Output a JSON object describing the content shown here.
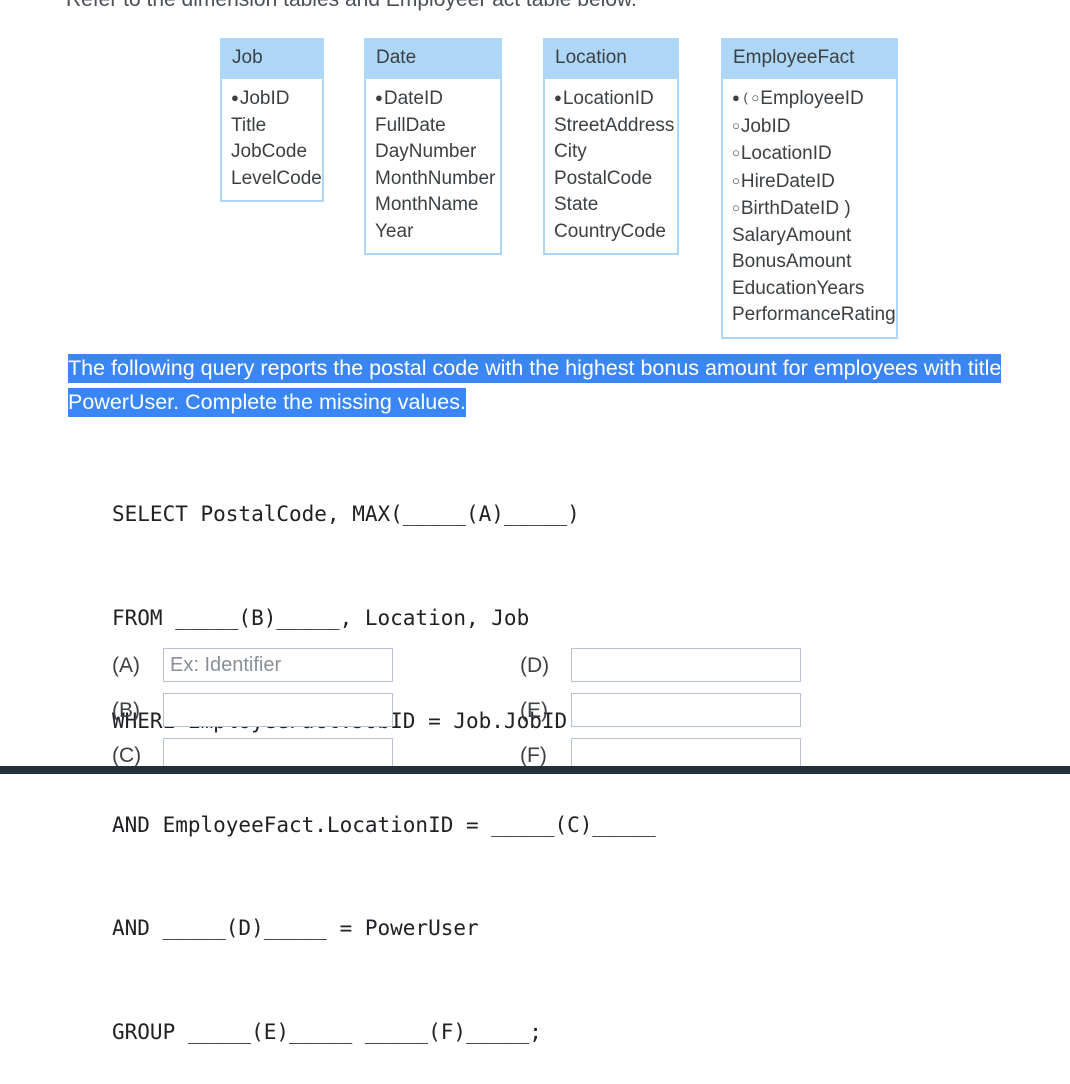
{
  "intro": {
    "text": "Refer to the dimension tables and EmployeeFact table below."
  },
  "colors": {
    "table_header_bg": "#aed7f7",
    "table_border": "#aed7f7",
    "highlight_bg": "#3b86f5",
    "highlight_text": "#ffffff",
    "body_text": "#3c4043",
    "input_border": "#b5c2ce",
    "placeholder_text": "#8a9096",
    "bottom_bar": "#22303a"
  },
  "tables": [
    {
      "name": "Job",
      "fields": [
        {
          "label": "JobID",
          "key": "solid"
        },
        {
          "label": "Title",
          "key": "none"
        },
        {
          "label": "JobCode",
          "key": "none"
        },
        {
          "label": "LevelCode",
          "key": "none"
        }
      ]
    },
    {
      "name": "Date",
      "fields": [
        {
          "label": "DateID",
          "key": "solid"
        },
        {
          "label": "FullDate",
          "key": "none"
        },
        {
          "label": "DayNumber",
          "key": "none"
        },
        {
          "label": "MonthNumber",
          "key": "none"
        },
        {
          "label": "MonthName",
          "key": "none"
        },
        {
          "label": "Year",
          "key": "none"
        }
      ]
    },
    {
      "name": "Location",
      "fields": [
        {
          "label": "LocationID",
          "key": "solid"
        },
        {
          "label": "StreetAddress",
          "key": "none"
        },
        {
          "label": "City",
          "key": "none"
        },
        {
          "label": "PostalCode",
          "key": "none"
        },
        {
          "label": "State",
          "key": "none"
        },
        {
          "label": "CountryCode",
          "key": "none"
        }
      ]
    },
    {
      "name": "EmployeeFact",
      "fields": [
        {
          "label": "EmployeeID",
          "key": "composite-open"
        },
        {
          "label": "JobID",
          "key": "hollow"
        },
        {
          "label": "LocationID",
          "key": "hollow"
        },
        {
          "label": "HireDateID",
          "key": "hollow"
        },
        {
          "label": "BirthDateID )",
          "key": "hollow"
        },
        {
          "label": "SalaryAmount",
          "key": "none"
        },
        {
          "label": "BonusAmount",
          "key": "none"
        },
        {
          "label": "EducationYears",
          "key": "none"
        },
        {
          "label": "PerformanceRating",
          "key": "none"
        }
      ]
    }
  ],
  "prompt": {
    "text": "The following query reports the postal code with the highest bonus amount for employees with title PowerUser. Complete the missing values."
  },
  "query": {
    "lines": [
      "SELECT PostalCode, MAX(_____(A)_____)",
      "FROM _____(B)_____, Location, Job",
      "WHERE EmployeeFact.JobID = Job.JobID",
      "AND EmployeeFact.LocationID = _____(C)_____",
      "AND _____(D)_____ = PowerUser",
      "GROUP _____(E)_____ _____(F)_____;"
    ]
  },
  "answers": {
    "left": [
      {
        "label": "(A)",
        "value": "",
        "placeholder": "Ex: Identifier"
      },
      {
        "label": "(B)",
        "value": "",
        "placeholder": ""
      },
      {
        "label": "(C)",
        "value": "",
        "placeholder": ""
      }
    ],
    "right": [
      {
        "label": "(D)",
        "value": "",
        "placeholder": ""
      },
      {
        "label": "(E)",
        "value": "",
        "placeholder": ""
      },
      {
        "label": "(F)",
        "value": "",
        "placeholder": ""
      }
    ]
  }
}
